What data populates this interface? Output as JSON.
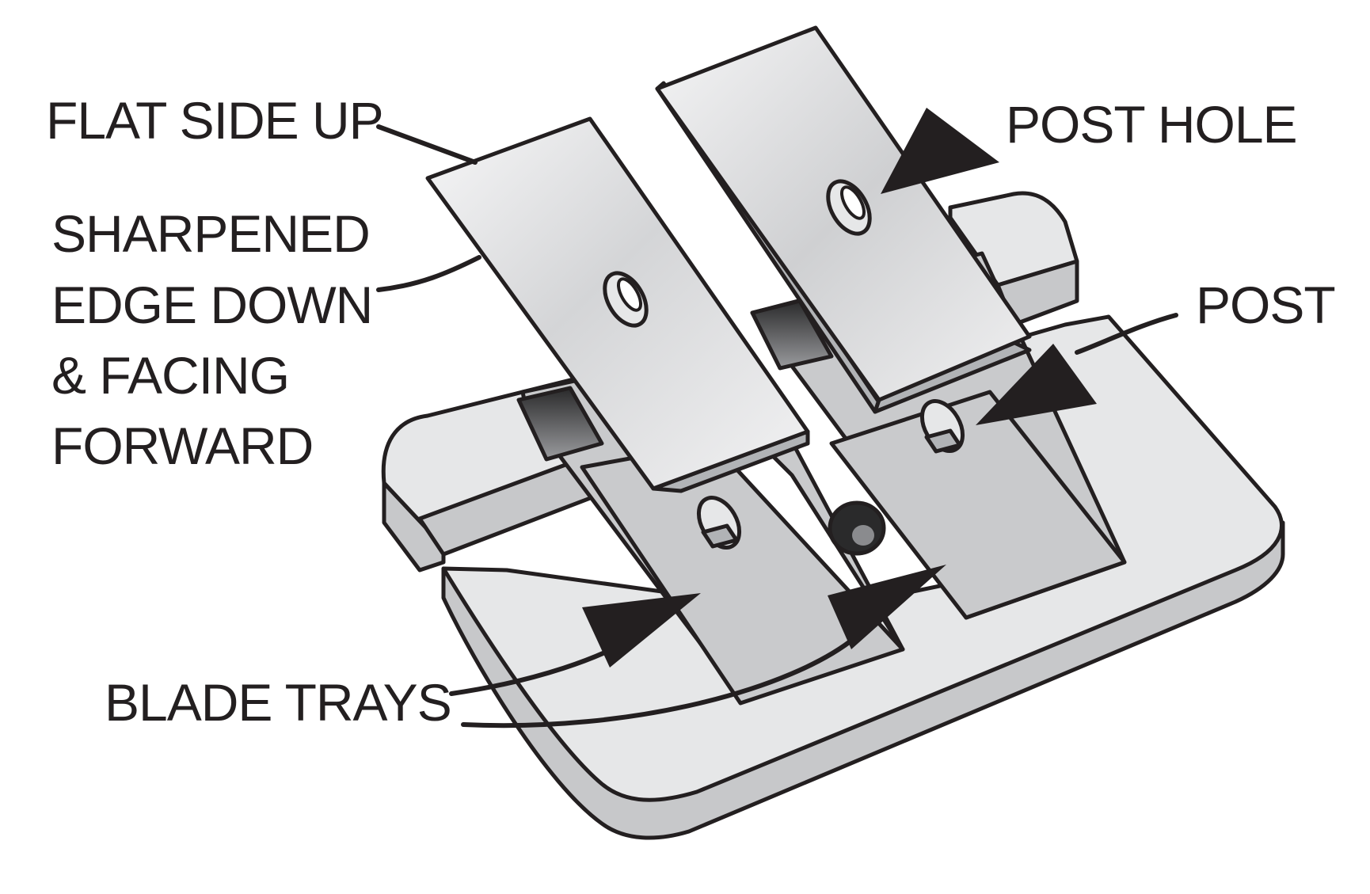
{
  "labels": {
    "flat_side_up": "FLAT SIDE UP",
    "sharpened_line1": "SHARPENED",
    "sharpened_line2": "EDGE DOWN",
    "sharpened_line3": "& FACING",
    "sharpened_line4": "FORWARD",
    "post_hole": "POST HOLE",
    "post": "POST",
    "blade_trays": "BLADE TRAYS"
  },
  "colors": {
    "outline": "#231f20",
    "base_top": "#e6e7e8",
    "base_side": "#c7c8ca",
    "tray": "#c9cacc",
    "blade_light": "#f4f4f5",
    "blade_dark": "#b1b3b6",
    "arrow": "#231f20"
  }
}
